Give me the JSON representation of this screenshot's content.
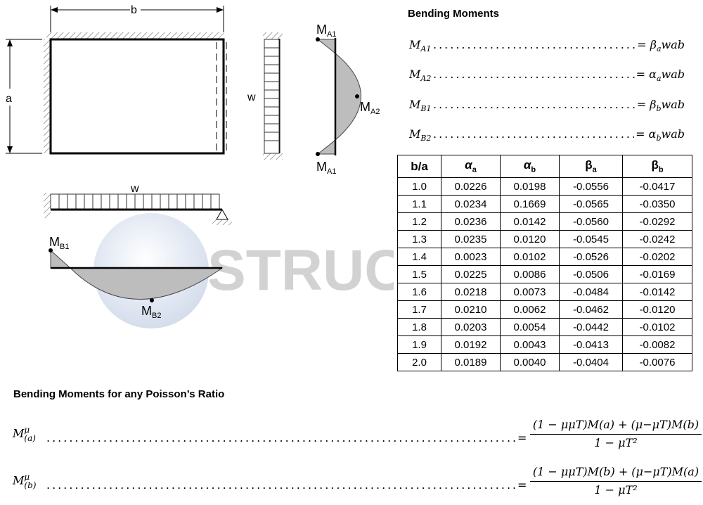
{
  "diagram": {
    "dim_b": "b",
    "dim_a": "a",
    "load_side": "w",
    "load_top": "w",
    "label_ma1_top": "M",
    "label_ma1_top_sub": "A1",
    "label_ma1_bottom": "M",
    "label_ma1_bottom_sub": "A1",
    "label_ma2": "M",
    "label_ma2_sub": "A2",
    "label_mb1": "M",
    "label_mb1_sub": "B1",
    "label_mb2": "M",
    "label_mb2_sub": "B2",
    "watermark": "STRUCT"
  },
  "bending_moments": {
    "heading": "Bending Moments",
    "rows": [
      {
        "lhs_main": "M",
        "lhs_sub": "A1",
        "rhs_coef": "β",
        "rhs_coef_sub": "a",
        "rhs_rest": "wab"
      },
      {
        "lhs_main": "M",
        "lhs_sub": "A2",
        "rhs_coef": "α",
        "rhs_coef_sub": "a",
        "rhs_rest": "wab"
      },
      {
        "lhs_main": "M",
        "lhs_sub": "B1",
        "rhs_coef": "β",
        "rhs_coef_sub": "b",
        "rhs_rest": "wab"
      },
      {
        "lhs_main": "M",
        "lhs_sub": "B2",
        "rhs_coef": "α",
        "rhs_coef_sub": "b",
        "rhs_rest": "wab"
      }
    ],
    "dots": "............................................"
  },
  "table": {
    "headers": [
      {
        "main": "b/a",
        "sub": ""
      },
      {
        "main": "α",
        "sub": "a"
      },
      {
        "main": "α",
        "sub": "b"
      },
      {
        "main": "β",
        "sub": "a"
      },
      {
        "main": "β",
        "sub": "b"
      }
    ],
    "rows": [
      [
        "1.0",
        "0.0226",
        "0.0198",
        "-0.0556",
        "-0.0417"
      ],
      [
        "1.1",
        "0.0234",
        "0.1669",
        "-0.0565",
        "-0.0350"
      ],
      [
        "1.2",
        "0.0236",
        "0.0142",
        "-0.0560",
        "-0.0292"
      ],
      [
        "1.3",
        "0.0235",
        "0.0120",
        "-0.0545",
        "-0.0242"
      ],
      [
        "1.4",
        "0.0023",
        "0.0102",
        "-0.0526",
        "-0.0202"
      ],
      [
        "1.5",
        "0.0225",
        "0.0086",
        "-0.0506",
        "-0.0169"
      ],
      [
        "1.6",
        "0.0218",
        "0.0073",
        "-0.0484",
        "-0.0142"
      ],
      [
        "1.7",
        "0.0210",
        "0.0062",
        "-0.0462",
        "-0.0120"
      ],
      [
        "1.8",
        "0.0203",
        "0.0054",
        "-0.0442",
        "-0.0102"
      ],
      [
        "1.9",
        "0.0192",
        "0.0043",
        "-0.0413",
        "-0.0082"
      ],
      [
        "2.0",
        "0.0189",
        "0.0040",
        "-0.0404",
        "-0.0076"
      ]
    ]
  },
  "poisson": {
    "heading": "Bending Moments for any Poisson’s Ratio",
    "eq1_lhs_main": "M",
    "eq1_lhs_sup": "μ",
    "eq1_lhs_sub": "(a)",
    "eq1_numerator": "(1 − μμT)M(a) + (μ−μT)M(b)",
    "eq1_denominator": "1 − μT²",
    "eq2_lhs_main": "M",
    "eq2_lhs_sup": "μ",
    "eq2_lhs_sub": "(b)",
    "eq2_numerator": "(1 − μμT)M(b) + (μ−μT)M(a)",
    "eq2_denominator": "1 − μT²",
    "equals": "=",
    "dots": "...................................................................................................."
  }
}
